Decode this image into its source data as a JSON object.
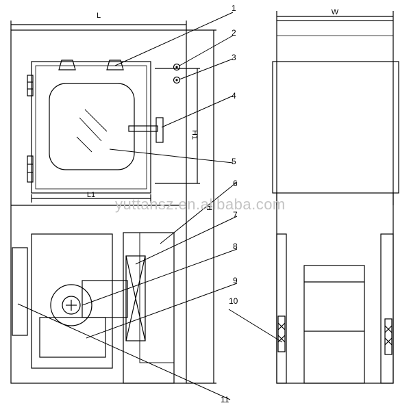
{
  "drawing": {
    "dimensions": {
      "overall_width": "L",
      "side_width": "W",
      "door_height": "H1",
      "door_width": "L1",
      "cabinet_height": "H"
    },
    "callouts": [
      "1",
      "2",
      "3",
      "4",
      "5",
      "6",
      "7",
      "8",
      "9",
      "10",
      "11"
    ],
    "watermark": "yuttansz.en.alibaba.com"
  }
}
